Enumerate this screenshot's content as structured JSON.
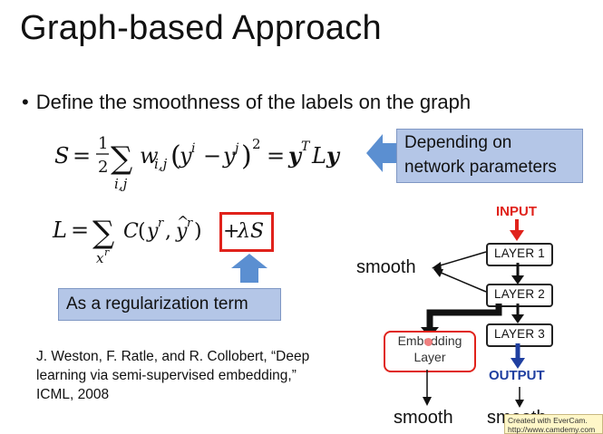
{
  "slide": {
    "title": "Graph-based Approach",
    "bullet": "Define the smoothness of the labels on the graph"
  },
  "equations": {
    "smoothness": "S = ½ Σ_{i,j} w_{i,j} (y^i − y^j)² = yᵀLy",
    "loss": "L = Σ_{x^r} C(y^r, ŷ^r) + λS"
  },
  "callouts": {
    "depending_line1": "Depending on",
    "depending_line2": "network parameters",
    "regularization": "As a regularization term"
  },
  "reference": {
    "text": "J. Weston, F. Ratle, and R. Collobert, “Deep learning via semi-supervised embedding,” ICML, 2008"
  },
  "diagram": {
    "input": "INPUT",
    "output": "OUTPUT",
    "layer1": "LAYER 1",
    "layer2": "LAYER 2",
    "layer3": "LAYER 3",
    "embedding_line1": "Embedding",
    "embedding_line2": "Layer",
    "smooth_top": "smooth",
    "smooth_left": "smooth",
    "smooth_right": "smooth"
  },
  "watermark": {
    "line1": "Created with EverCam.",
    "line2": "http://www.camdemy.com"
  },
  "colors": {
    "callout_fill": "#b4c6e7",
    "arrow_blue": "#5b8fd1",
    "accent_red": "#e0221b",
    "output_blue": "#1f3fa0"
  }
}
